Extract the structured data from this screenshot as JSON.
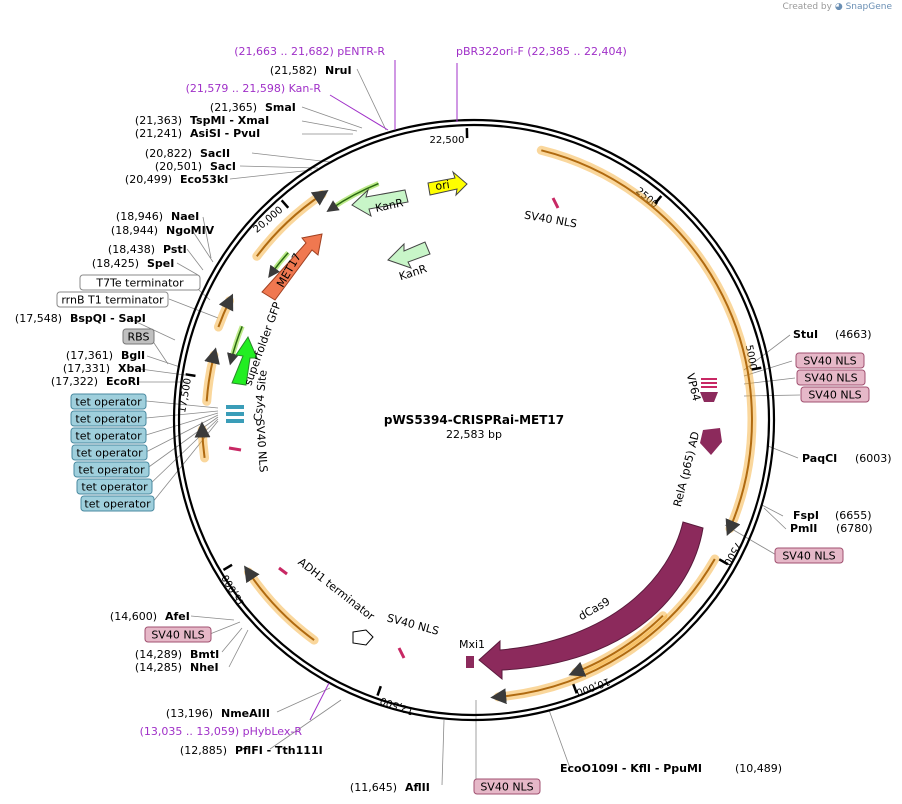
{
  "watermark": {
    "prefix": "Created by",
    "brand": "SnapGene"
  },
  "plasmid": {
    "name": "pWS5394-CRISPRai-MET17",
    "length_label": "22,583 bp"
  },
  "ticks": [
    {
      "label": "2500"
    },
    {
      "label": "5000"
    },
    {
      "label": "7500"
    },
    {
      "label": "10,000"
    },
    {
      "label": "12,500"
    },
    {
      "label": "15,000"
    },
    {
      "label": "17,500"
    },
    {
      "label": "20,000"
    },
    {
      "label": "22,500"
    }
  ],
  "sites": [
    {
      "id": "nrui",
      "pos": "(21,582)",
      "name": "NruI"
    },
    {
      "id": "smai",
      "pos": "(21,365)",
      "name": "SmaI"
    },
    {
      "id": "tspmi",
      "pos": "(21,363)",
      "name": "TspMI   - XmaI"
    },
    {
      "id": "asisi",
      "pos": "(21,241)",
      "name": "AsiSI   - PvuI"
    },
    {
      "id": "sacii",
      "pos": "(20,822)",
      "name": "SacII"
    },
    {
      "id": "saci",
      "pos": "(20,501)",
      "name": "SacI"
    },
    {
      "id": "eco53ki",
      "pos": "(20,499)",
      "name": "Eco53kI"
    },
    {
      "id": "naei",
      "pos": "(18,946)",
      "name": "NaeI"
    },
    {
      "id": "ngomiv",
      "pos": "(18,944)",
      "name": "NgoMIV"
    },
    {
      "id": "psti",
      "pos": "(18,438)",
      "name": "PstI"
    },
    {
      "id": "spei",
      "pos": "(18,425)",
      "name": "SpeI"
    },
    {
      "id": "bspqi",
      "pos": "(17,548)",
      "name": "BspQI   - SapI"
    },
    {
      "id": "bgli",
      "pos": "(17,361)",
      "name": "BglI"
    },
    {
      "id": "xbai",
      "pos": "(17,331)",
      "name": "XbaI"
    },
    {
      "id": "ecori",
      "pos": "(17,322)",
      "name": "EcoRI"
    },
    {
      "id": "stui",
      "pos": "(4663)",
      "name": "StuI"
    },
    {
      "id": "paqci",
      "pos": "(6003)",
      "name": "PaqCI"
    },
    {
      "id": "fspi",
      "pos": "(6655)",
      "name": "FspI"
    },
    {
      "id": "pmli",
      "pos": "(6780)",
      "name": "PmlI"
    },
    {
      "id": "afei",
      "pos": "(14,600)",
      "name": "AfeI"
    },
    {
      "id": "bmti",
      "pos": "(14,289)",
      "name": "BmtI"
    },
    {
      "id": "nhei",
      "pos": "(14,285)",
      "name": "NheI"
    },
    {
      "id": "nmeaiii",
      "pos": "(13,196)",
      "name": "NmeAIII"
    },
    {
      "id": "pflfi",
      "pos": "(12,885)",
      "name": "PflFI   - Tth111I"
    },
    {
      "id": "aflii",
      "pos": "(11,645)",
      "name": "AflII"
    },
    {
      "id": "eco109",
      "pos": "(10,489)",
      "name": "EcoO109I   - KflI   - PpuMI"
    }
  ],
  "primers": [
    {
      "id": "pentr",
      "text": "(21,663 .. 21,682)  pENTR-R"
    },
    {
      "id": "kanr-primer",
      "text": "(21,579 .. 21,598)  Kan-R"
    },
    {
      "id": "pbr322",
      "text": "pBR322ori-F     (22,385 .. 22,404)"
    },
    {
      "id": "phyblex",
      "text": "(13,035 .. 13,059)  pHybLex-R"
    }
  ],
  "boxes": [
    {
      "id": "t7te",
      "text": "T7Te terminator",
      "kind": "terminator"
    },
    {
      "id": "rrnb",
      "text": "rrnB T1 terminator",
      "kind": "terminator"
    },
    {
      "id": "rbs",
      "text": "RBS",
      "kind": "rbs"
    },
    {
      "id": "tet1",
      "text": "tet operator",
      "kind": "operator"
    },
    {
      "id": "tet2",
      "text": "tet operator",
      "kind": "operator"
    },
    {
      "id": "tet3",
      "text": "tet operator",
      "kind": "operator"
    },
    {
      "id": "tet4",
      "text": "tet operator",
      "kind": "operator"
    },
    {
      "id": "tet5",
      "text": "tet operator",
      "kind": "operator"
    },
    {
      "id": "tet6",
      "text": "tet operator",
      "kind": "operator"
    },
    {
      "id": "tet7",
      "text": "tet operator",
      "kind": "operator"
    },
    {
      "id": "nls1",
      "text": "SV40 NLS",
      "kind": "nls"
    },
    {
      "id": "nls2",
      "text": "SV40 NLS",
      "kind": "nls"
    },
    {
      "id": "nls3",
      "text": "SV40 NLS",
      "kind": "nls"
    },
    {
      "id": "nls4",
      "text": "SV40 NLS",
      "kind": "nls"
    },
    {
      "id": "nls5",
      "text": "SV40 NLS",
      "kind": "nls"
    },
    {
      "id": "nls6",
      "text": "SV40 NLS",
      "kind": "nls"
    }
  ],
  "features": {
    "kanr_top": "KanR",
    "ori": "ori",
    "sv40_nls_top": "SV40 NLS",
    "kanr_inner": "KanR",
    "met17": "MET17",
    "sfgfp": "superfolder GFP",
    "csy4": "Csy4 Site",
    "sv40_nls_left": "SV40 NLS",
    "vp64": "VP64",
    "rela": "RelA (p65) AD",
    "dcas9": "dCas9",
    "mxi1": "Mxi1",
    "adh1": "ADH1 terminator",
    "sv40_nls_bottom": "SV40 NLS"
  },
  "colors": {
    "backbone": "#000000",
    "orange_region": "#f5a623",
    "kanr": "#c8f5c8",
    "ori": "#ffff00",
    "gfp": "#22ee22",
    "met17": "#f07850",
    "dcas9": "#8c2a5c",
    "nls": "#c82864",
    "tet": "#3a9db8",
    "primer": "#a030c8",
    "nls_box": "#e6b8c8",
    "tet_box": "#9fcfdc",
    "rbs_box": "#c0c0c0"
  }
}
